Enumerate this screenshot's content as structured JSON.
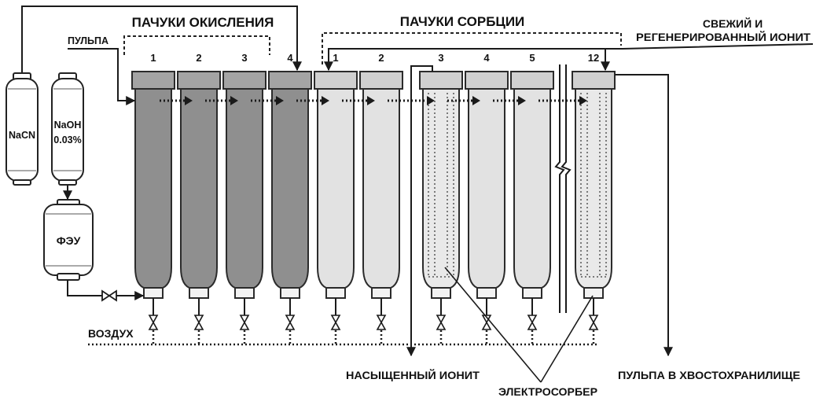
{
  "groups": {
    "oxidation_title": "ПАЧУКИ ОКИСЛЕНИЯ",
    "sorption_title": "ПАЧУКИ СОРБЦИИ"
  },
  "inputs": {
    "pulp": "ПУЛЬПА",
    "fresh_ionite_line1": "СВЕЖИЙ И",
    "fresh_ionite_line2": "РЕГЕНЕРИРОВАННЫЙ ИОНИТ",
    "air": "ВОЗДУХ"
  },
  "reagents": {
    "nacn": "NaCN",
    "naoh": "NaOH",
    "naoh_concentration": "0.03%",
    "feu": "ФЭУ"
  },
  "oxidation_tanks": [
    "1",
    "2",
    "3",
    "4"
  ],
  "sorption_tanks": [
    "1",
    "2",
    "3",
    "4",
    "5",
    "12"
  ],
  "outputs": {
    "saturated_ionite": "НАСЫЩЕННЫЙ ИОНИТ",
    "electrosorber": "ЭЛЕКТРОСОРБЕР",
    "pulp_to_tailings": "ПУЛЬПА В ХВОСТОХРАНИЛИЩЕ"
  },
  "colors": {
    "oxidation_body": "#8f8f8f",
    "oxidation_cap": "#a4a4a4",
    "sorption_body": "#e2e2e2",
    "sorption_cap": "#d0d0d0",
    "electrosorber_body": "#e9e9e9",
    "outlet": "#f2f2f2",
    "outline": "#2b2b2b"
  }
}
